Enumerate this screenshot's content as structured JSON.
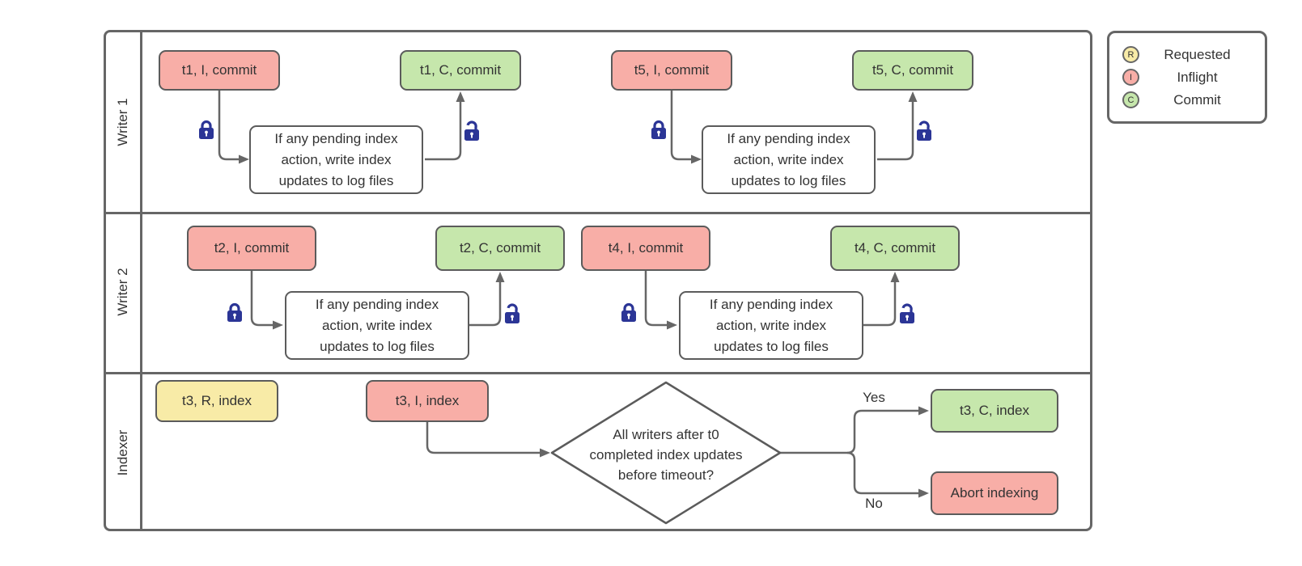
{
  "lanes": {
    "writer1": "Writer 1",
    "writer2": "Writer 2",
    "indexer": "Indexer"
  },
  "nodes": {
    "t1_inflight": "t1, I, commit",
    "t1_commit": "t1, C, commit",
    "t5_inflight": "t5, I, commit",
    "t5_commit": "t5, C, commit",
    "t2_inflight": "t2, I, commit",
    "t2_commit": "t2, C, commit",
    "t4_inflight": "t4, I, commit",
    "t4_commit": "t4, C, commit",
    "t3_requested": "t3, R, index",
    "t3_inflight": "t3, I, index",
    "t3_commit": "t3, C, index",
    "abort": "Abort indexing"
  },
  "process_note": {
    "line1": "If any pending index",
    "line2": "action, write index",
    "line3": "updates to log files"
  },
  "decision": {
    "line1": "All writers after t0",
    "line2": "completed index updates",
    "line3": "before timeout?"
  },
  "branches": {
    "yes": "Yes",
    "no": "No"
  },
  "legend": {
    "items": [
      {
        "letter": "R",
        "label": "Requested",
        "color": "#F8EBA7"
      },
      {
        "letter": "I",
        "label": "Inflight",
        "color": "#F8AEA7"
      },
      {
        "letter": "C",
        "label": "Commit",
        "color": "#C6E7AC"
      }
    ]
  },
  "colors": {
    "requested": "#F8EBA7",
    "inflight": "#F8AEA7",
    "commit": "#C6E7AC",
    "process": "#FFFFFF",
    "lock": "#2B3596",
    "line": "#666666",
    "text": "#333333"
  }
}
